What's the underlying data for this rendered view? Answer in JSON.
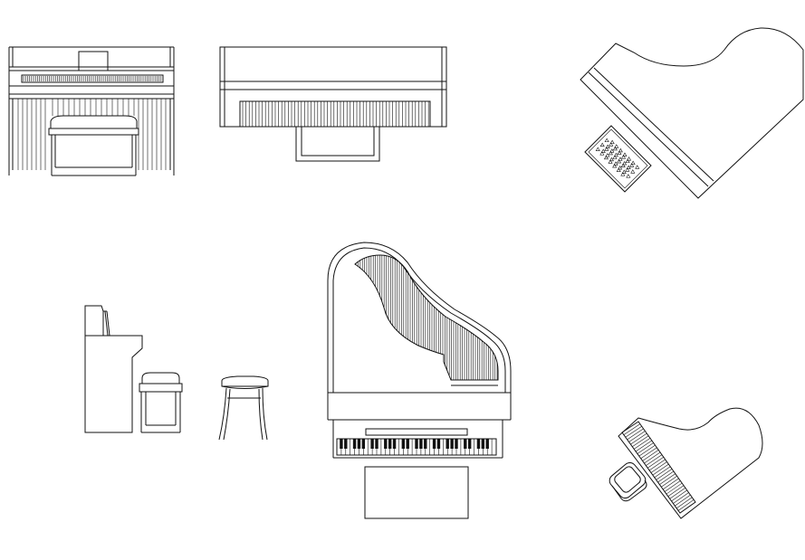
{
  "drawing": {
    "background": "#ffffff",
    "line_color": "#111111",
    "blocks": [
      {
        "name": "upright-piano-front-elevation"
      },
      {
        "name": "upright-piano-top-view"
      },
      {
        "name": "grand-piano-plan-rotated-with-bench-cushion"
      },
      {
        "name": "upright-piano-side-elevation-with-stool"
      },
      {
        "name": "round-piano-stool-elevation"
      },
      {
        "name": "grand-piano-plan-with-keyboard-and-bench"
      },
      {
        "name": "grand-piano-plan-rotated-small-with-chair"
      }
    ]
  }
}
